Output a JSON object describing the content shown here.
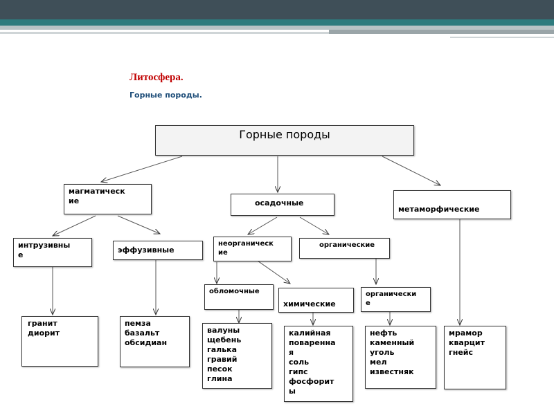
{
  "slide": {
    "title": "Литосфера.",
    "subtitle": "Горные породы."
  },
  "diagram": {
    "root": "Горные породы",
    "magmatic": "магматическ\nие",
    "sedimentary": "осадочные",
    "metamorphic": "метаморфические",
    "intrusive": "интрузивны\nе",
    "effusive": "эффузивные",
    "inorganic": "неорганическ\nие",
    "organic": "органические",
    "clastic": "обломочные",
    "chemical": "химические",
    "organic2": "органически\nе",
    "intrusive_examples": "гранит\nдиорит",
    "effusive_examples": "пемза\nбазальт\nобсидиан",
    "clastic_examples": "валуны\nщебень\nгалька\nгравий\nпесок\nглина",
    "chemical_examples": "калийная\nповаренна\nя\nсоль\nгипс\nфосфорит\nы",
    "organic_examples": "нефть\nкаменный\nуголь\nмел\nизвестняк",
    "metamorphic_examples": "мрамор\nкварцит\nгнейс"
  },
  "colors": {
    "accent_dark": "#3f4f58",
    "accent_teal": "#2e7b7e",
    "title_red": "#c00000",
    "subtitle_blue": "#1f4e79"
  }
}
